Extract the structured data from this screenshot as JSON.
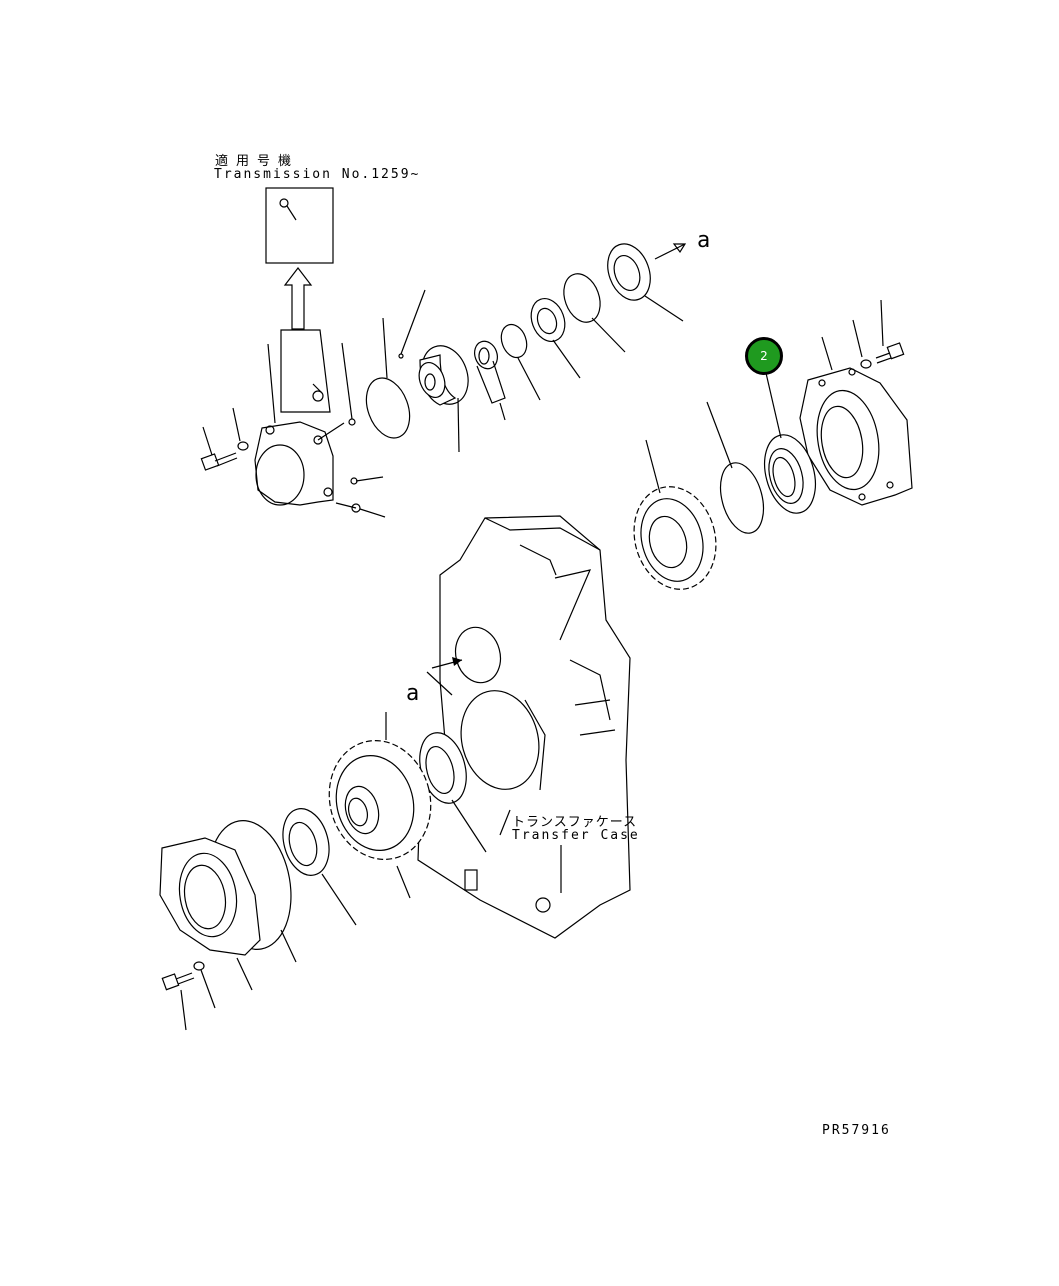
{
  "applicability": {
    "title_jp": "適用号機",
    "serial": "Transmission No.1259~"
  },
  "reference_markers": {
    "a_top": "a",
    "a_mid": "a"
  },
  "transfer_case": {
    "label_jp": "トランスファケース",
    "label_en": "Transfer Case"
  },
  "callouts": [
    {
      "number": "2",
      "color": "#1f9a1f"
    }
  ],
  "drawing_id": "PR57916"
}
